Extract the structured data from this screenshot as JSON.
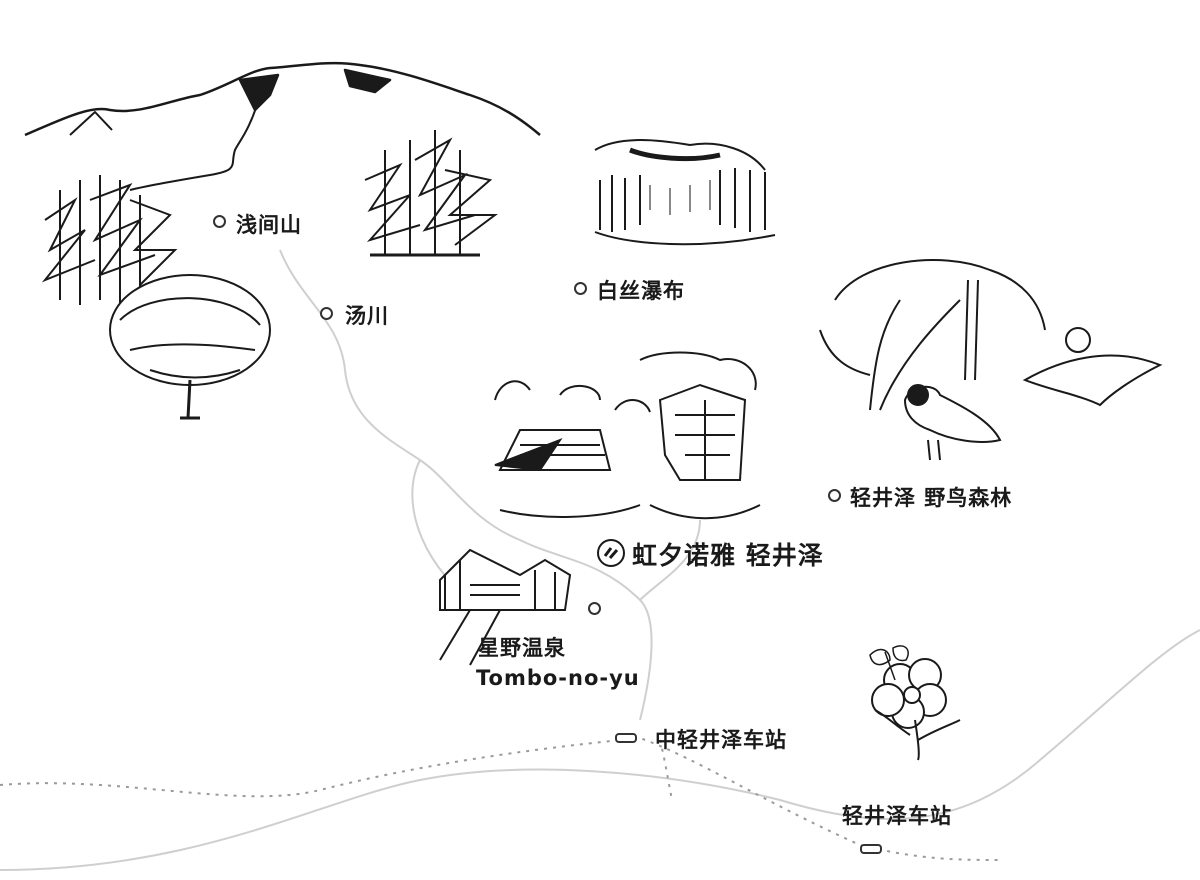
{
  "map": {
    "places": {
      "asama": "浅间山",
      "yukawa": "汤川",
      "shiraito": "白丝瀑布",
      "bird_forest": "轻井泽 野鸟森林",
      "resort": "虹夕诺雅 轻井泽",
      "onsen_cn": "星野温泉",
      "onsen_en": "Tombo-no-yu",
      "naka_station": "中轻井泽车站",
      "karuizawa_station": "轻井泽车站"
    },
    "icons": [
      "mountain-icon",
      "tree-icon",
      "waterfall-icon",
      "building-icon",
      "bird-icon",
      "flying-squirrel-icon",
      "flower-icon",
      "dragonfly-icon",
      "resort-logo-icon"
    ],
    "colors": {
      "ink": "#1a1a1a",
      "road": "#c8c8c8",
      "rail": "#9a9a9a"
    }
  }
}
